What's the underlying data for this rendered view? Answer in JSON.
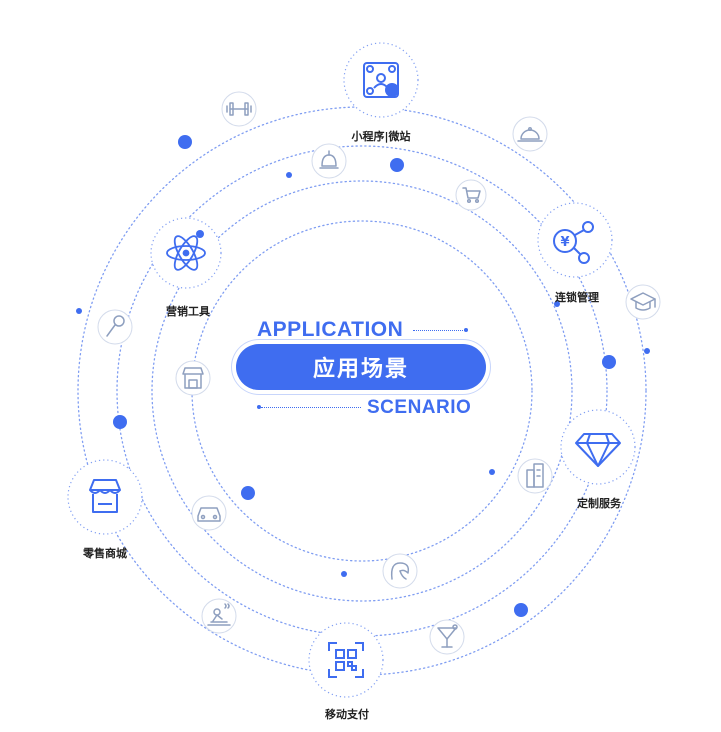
{
  "center": {
    "title": "应用场景",
    "en_top": "APPLICATION",
    "en_bottom": "SCENARIO"
  },
  "nodes": [
    {
      "key": "miniprogram",
      "label": "小程序|微站",
      "icon": "qr-mini-program-icon"
    },
    {
      "key": "chain",
      "label": "连锁管理",
      "icon": "yen-network-icon"
    },
    {
      "key": "custom",
      "label": "定制服务",
      "icon": "diamond-icon"
    },
    {
      "key": "payment",
      "label": "移动支付",
      "icon": "qr-scan-icon"
    },
    {
      "key": "retail",
      "label": "零售商城",
      "icon": "storefront-icon"
    },
    {
      "key": "marketing",
      "label": "营销工具",
      "icon": "atom-icon"
    }
  ],
  "small_icons": [
    "dumbbell-icon",
    "food-cloche-icon",
    "bell-icon",
    "shopping-cart-icon",
    "graduation-cap-icon",
    "microphone-icon",
    "store-icon",
    "buildings-icon",
    "car-icon",
    "hairdresser-icon",
    "massage-icon",
    "cocktail-icon"
  ],
  "colors": {
    "accent": "#3f6df0",
    "ring": "#7f9df2",
    "icon_stroke": "#8e9fbf",
    "label": "#222222"
  }
}
